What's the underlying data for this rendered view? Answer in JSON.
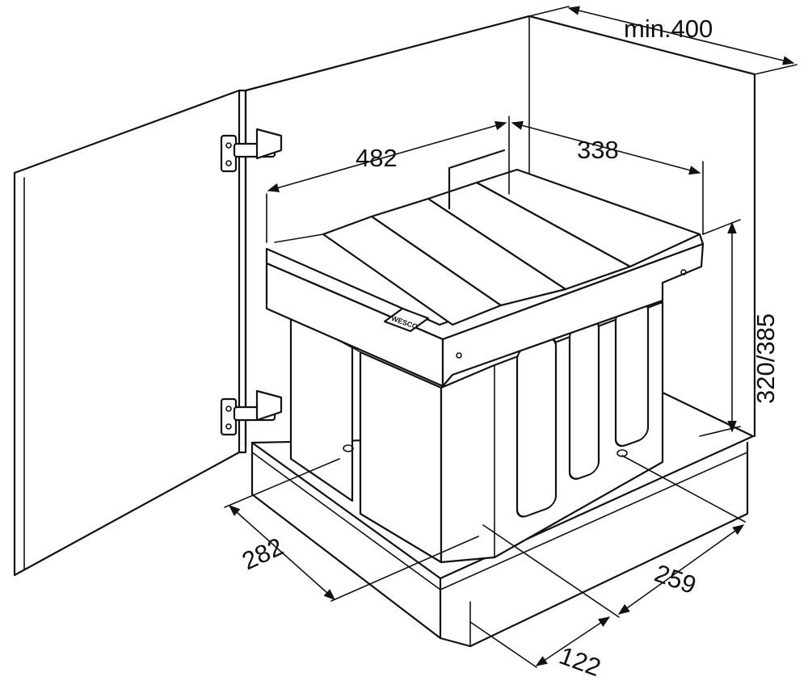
{
  "dimensions": {
    "cabinet_depth": "min.400",
    "bin_width": "482",
    "frame_depth": "338",
    "height": "320/385",
    "front_depth": "282",
    "rear_offset": "122",
    "rear_width": "259"
  },
  "logo_text": "WESCO"
}
